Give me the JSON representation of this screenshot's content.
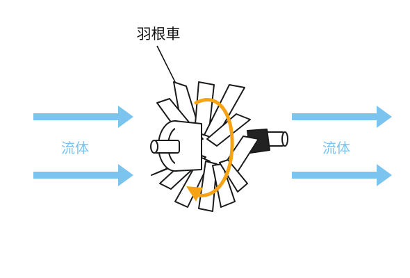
{
  "labels": {
    "impeller": "羽根車",
    "fluid_left": "流体",
    "fluid_right": "流体"
  },
  "colors": {
    "arrow": "#7cc4f0",
    "fluid_text": "#7cc4f0",
    "rotation": "#f5a314",
    "outline": "#1a1a1a"
  }
}
